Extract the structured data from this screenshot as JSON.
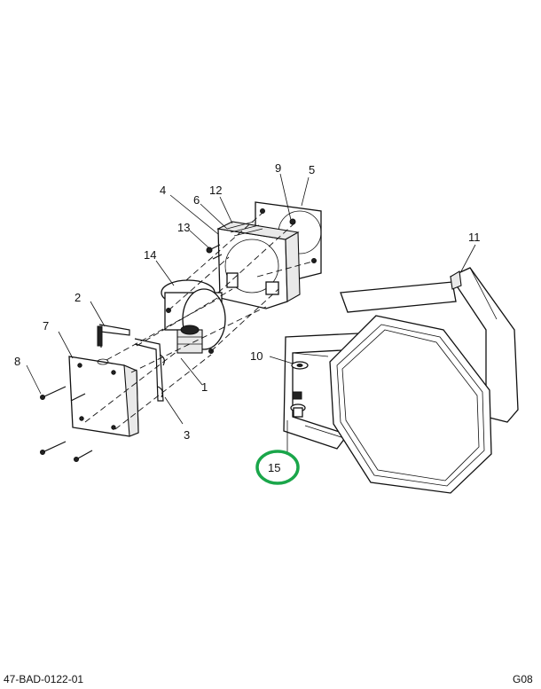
{
  "callouts": {
    "c1": "1",
    "c2": "2",
    "c3": "3",
    "c4": "4",
    "c5": "5",
    "c6": "6",
    "c7": "7",
    "c8": "8",
    "c9": "9",
    "c10": "10",
    "c11": "11",
    "c12": "12",
    "c13": "13",
    "c14": "14",
    "c15": "15"
  },
  "footer": {
    "drawing_number": "47-BAD-0122-01",
    "sheet_code": "G08"
  },
  "highlight": {
    "callout": "15",
    "color": "#1aa64a"
  }
}
